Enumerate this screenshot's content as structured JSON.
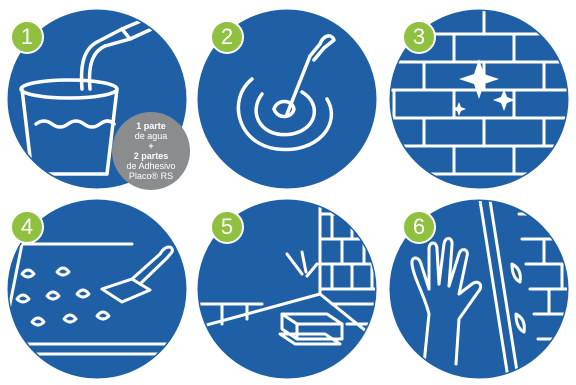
{
  "colors": {
    "circle": "#1e5fa6",
    "badge": "#8fc03f",
    "note": "#8a8c8e",
    "line": "#ffffff"
  },
  "steps": [
    {
      "number": "1",
      "illustration": "bucket-icon"
    },
    {
      "number": "2",
      "illustration": "mixing-whisk-icon"
    },
    {
      "number": "3",
      "illustration": "clean-brick-wall-icon"
    },
    {
      "number": "4",
      "illustration": "trowel-adhesive-icon"
    },
    {
      "number": "5",
      "illustration": "wall-corner-block-icon"
    },
    {
      "number": "6",
      "illustration": "hand-press-wall-icon"
    }
  ],
  "ratio_note": {
    "line1": "1 parte",
    "line2": "de agua",
    "line3": "+",
    "line4": "2 partes",
    "line5": "de Adhesivo",
    "line6": "Placo® RS"
  }
}
